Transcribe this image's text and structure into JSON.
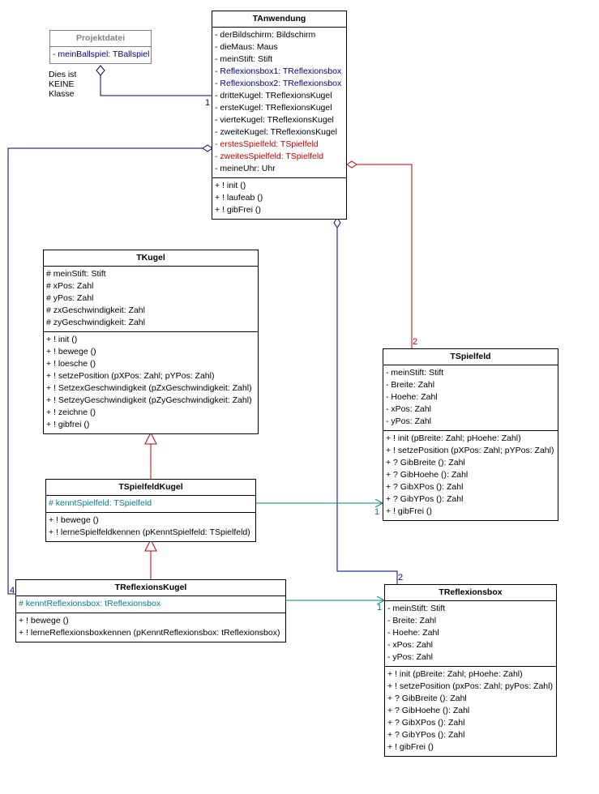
{
  "colors": {
    "blue": "#000080",
    "red": "#c00000",
    "teal": "#008080",
    "gray_title": "#808080"
  },
  "classes": {
    "projektdatei": {
      "title": "Projektdatei",
      "attributes": [
        {
          "text": "- meinBallspiel: TBallspiel",
          "color": "#000080"
        }
      ],
      "methods": []
    },
    "tanwendung": {
      "title": "TAnwendung",
      "attributes": [
        {
          "text": "- derBildschirm: Bildschirm",
          "color": "#000000"
        },
        {
          "text": "- dieMaus: Maus",
          "color": "#000000"
        },
        {
          "text": "- meinStift: Stift",
          "color": "#000000"
        },
        {
          "text": "- Reflexionsbox1: TReflexionsbox",
          "color": "#000080"
        },
        {
          "text": "- Reflexionsbox2: TReflexionsbox",
          "color": "#000080"
        },
        {
          "text": "- dritteKugel: TReflexionsKugel",
          "color": "#000000"
        },
        {
          "text": "- ersteKugel: TReflexionsKugel",
          "color": "#000000"
        },
        {
          "text": "- vierteKugel: TReflexionsKugel",
          "color": "#000000"
        },
        {
          "text": "- zweiteKugel: TReflexionsKugel",
          "color": "#000000"
        },
        {
          "text": "- erstesSpielfeld: TSpielfeld",
          "color": "#c00000"
        },
        {
          "text": "- zweitesSpielfeld: TSpielfeld",
          "color": "#c00000"
        },
        {
          "text": "- meineUhr: Uhr",
          "color": "#000000"
        }
      ],
      "methods": [
        {
          "text": "+ ! init ()",
          "color": "#000000"
        },
        {
          "text": "+ ! laufeab ()",
          "color": "#000000"
        },
        {
          "text": "+ ! gibFrei ()",
          "color": "#000000"
        }
      ]
    },
    "tkugel": {
      "title": "TKugel",
      "attributes": [
        {
          "text": "# meinStift: Stift",
          "color": "#000000"
        },
        {
          "text": "# xPos: Zahl",
          "color": "#000000"
        },
        {
          "text": "# yPos: Zahl",
          "color": "#000000"
        },
        {
          "text": "# zxGeschwindigkeit: Zahl",
          "color": "#000000"
        },
        {
          "text": "# zyGeschwindigkeit: Zahl",
          "color": "#000000"
        }
      ],
      "methods": [
        {
          "text": "+ ! init ()",
          "color": "#000000"
        },
        {
          "text": "+ ! bewege ()",
          "color": "#000000"
        },
        {
          "text": "+ ! loesche ()",
          "color": "#000000"
        },
        {
          "text": "+ ! setzePosition (pXPos: Zahl; pYPos: Zahl)",
          "color": "#000000"
        },
        {
          "text": "+ ! SetzexGeschwindigkeit (pZxGeschwindigkeit: Zahl)",
          "color": "#000000"
        },
        {
          "text": "+ ! SetzeyGeschwindigkeit (pZyGeschwindigkeit: Zahl)",
          "color": "#000000"
        },
        {
          "text": "+ ! zeichne ()",
          "color": "#000000"
        },
        {
          "text": "+ ! gibfrei ()",
          "color": "#000000"
        }
      ]
    },
    "tspielfeld": {
      "title": "TSpielfeld",
      "attributes": [
        {
          "text": "- meinStift: Stift",
          "color": "#000000"
        },
        {
          "text": "- Breite: Zahl",
          "color": "#000000"
        },
        {
          "text": "- Hoehe: Zahl",
          "color": "#000000"
        },
        {
          "text": "- xPos: Zahl",
          "color": "#000000"
        },
        {
          "text": "- yPos: Zahl",
          "color": "#000000"
        }
      ],
      "methods": [
        {
          "text": "+ ! init (pBreite: Zahl; pHoehe: Zahl)",
          "color": "#000000"
        },
        {
          "text": "+ ! setzePosition (pXPos: Zahl; pYPos: Zahl)",
          "color": "#000000"
        },
        {
          "text": "+ ? GibBreite (): Zahl",
          "color": "#000000"
        },
        {
          "text": "+ ? GibHoehe (): Zahl",
          "color": "#000000"
        },
        {
          "text": "+ ? GibXPos (): Zahl",
          "color": "#000000"
        },
        {
          "text": "+ ? GibYPos (): Zahl",
          "color": "#000000"
        },
        {
          "text": "+ ! gibFrei ()",
          "color": "#000000"
        }
      ]
    },
    "tspielfeldkugel": {
      "title": "TSpielfeldKugel",
      "attributes": [
        {
          "text": "# kenntSpielfeld: TSpielfeld",
          "color": "#008080"
        }
      ],
      "methods": [
        {
          "text": "+ ! bewege ()",
          "color": "#000000"
        },
        {
          "text": "+ ! lerneSpielfeldkennen (pKenntSpielfeld: TSpielfeld)",
          "color": "#000000"
        }
      ]
    },
    "treflexionskugel": {
      "title": "TReflexionsKugel",
      "attributes": [
        {
          "text": "# kenntReflexionsbox: tReflexionsbox",
          "color": "#008080"
        }
      ],
      "methods": [
        {
          "text": "+ ! bewege ()",
          "color": "#000000"
        },
        {
          "text": "+ ! lerneReflexionsboxkennen (pKenntReflexionsbox: tReflexionsbox)",
          "color": "#000000"
        }
      ]
    },
    "treflexionsbox": {
      "title": "TReflexionsbox",
      "attributes": [
        {
          "text": "- meinStift: Stift",
          "color": "#000000"
        },
        {
          "text": "- Breite: Zahl",
          "color": "#000000"
        },
        {
          "text": "- Hoehe: Zahl",
          "color": "#000000"
        },
        {
          "text": "- xPos: Zahl",
          "color": "#000000"
        },
        {
          "text": "- yPos: Zahl",
          "color": "#000000"
        }
      ],
      "methods": [
        {
          "text": "+ ! init (pBreite: Zahl; pHoehe: Zahl)",
          "color": "#000000"
        },
        {
          "text": "+ ! setzePosition (pxPos: Zahl; pyPos: Zahl)",
          "color": "#000000"
        },
        {
          "text": "+ ? GibBreite (): Zahl",
          "color": "#000000"
        },
        {
          "text": "+ ? GibHoehe (): Zahl",
          "color": "#000000"
        },
        {
          "text": "+ ? GibXPos (): Zahl",
          "color": "#000000"
        },
        {
          "text": "+ ? GibYPos (): Zahl",
          "color": "#000000"
        },
        {
          "text": "+ ! gibFrei ()",
          "color": "#000000"
        }
      ]
    }
  },
  "note": "Dies ist\nKEINE\nKlasse",
  "multiplicities": {
    "projekt_anwendung": "1",
    "anwendung_kugeln": "4",
    "anwendung_spielfelder": "2",
    "anwendung_boxen": "2",
    "spielfeldkugel_spielfeld": "1",
    "reflexionskugel_box": "1"
  }
}
